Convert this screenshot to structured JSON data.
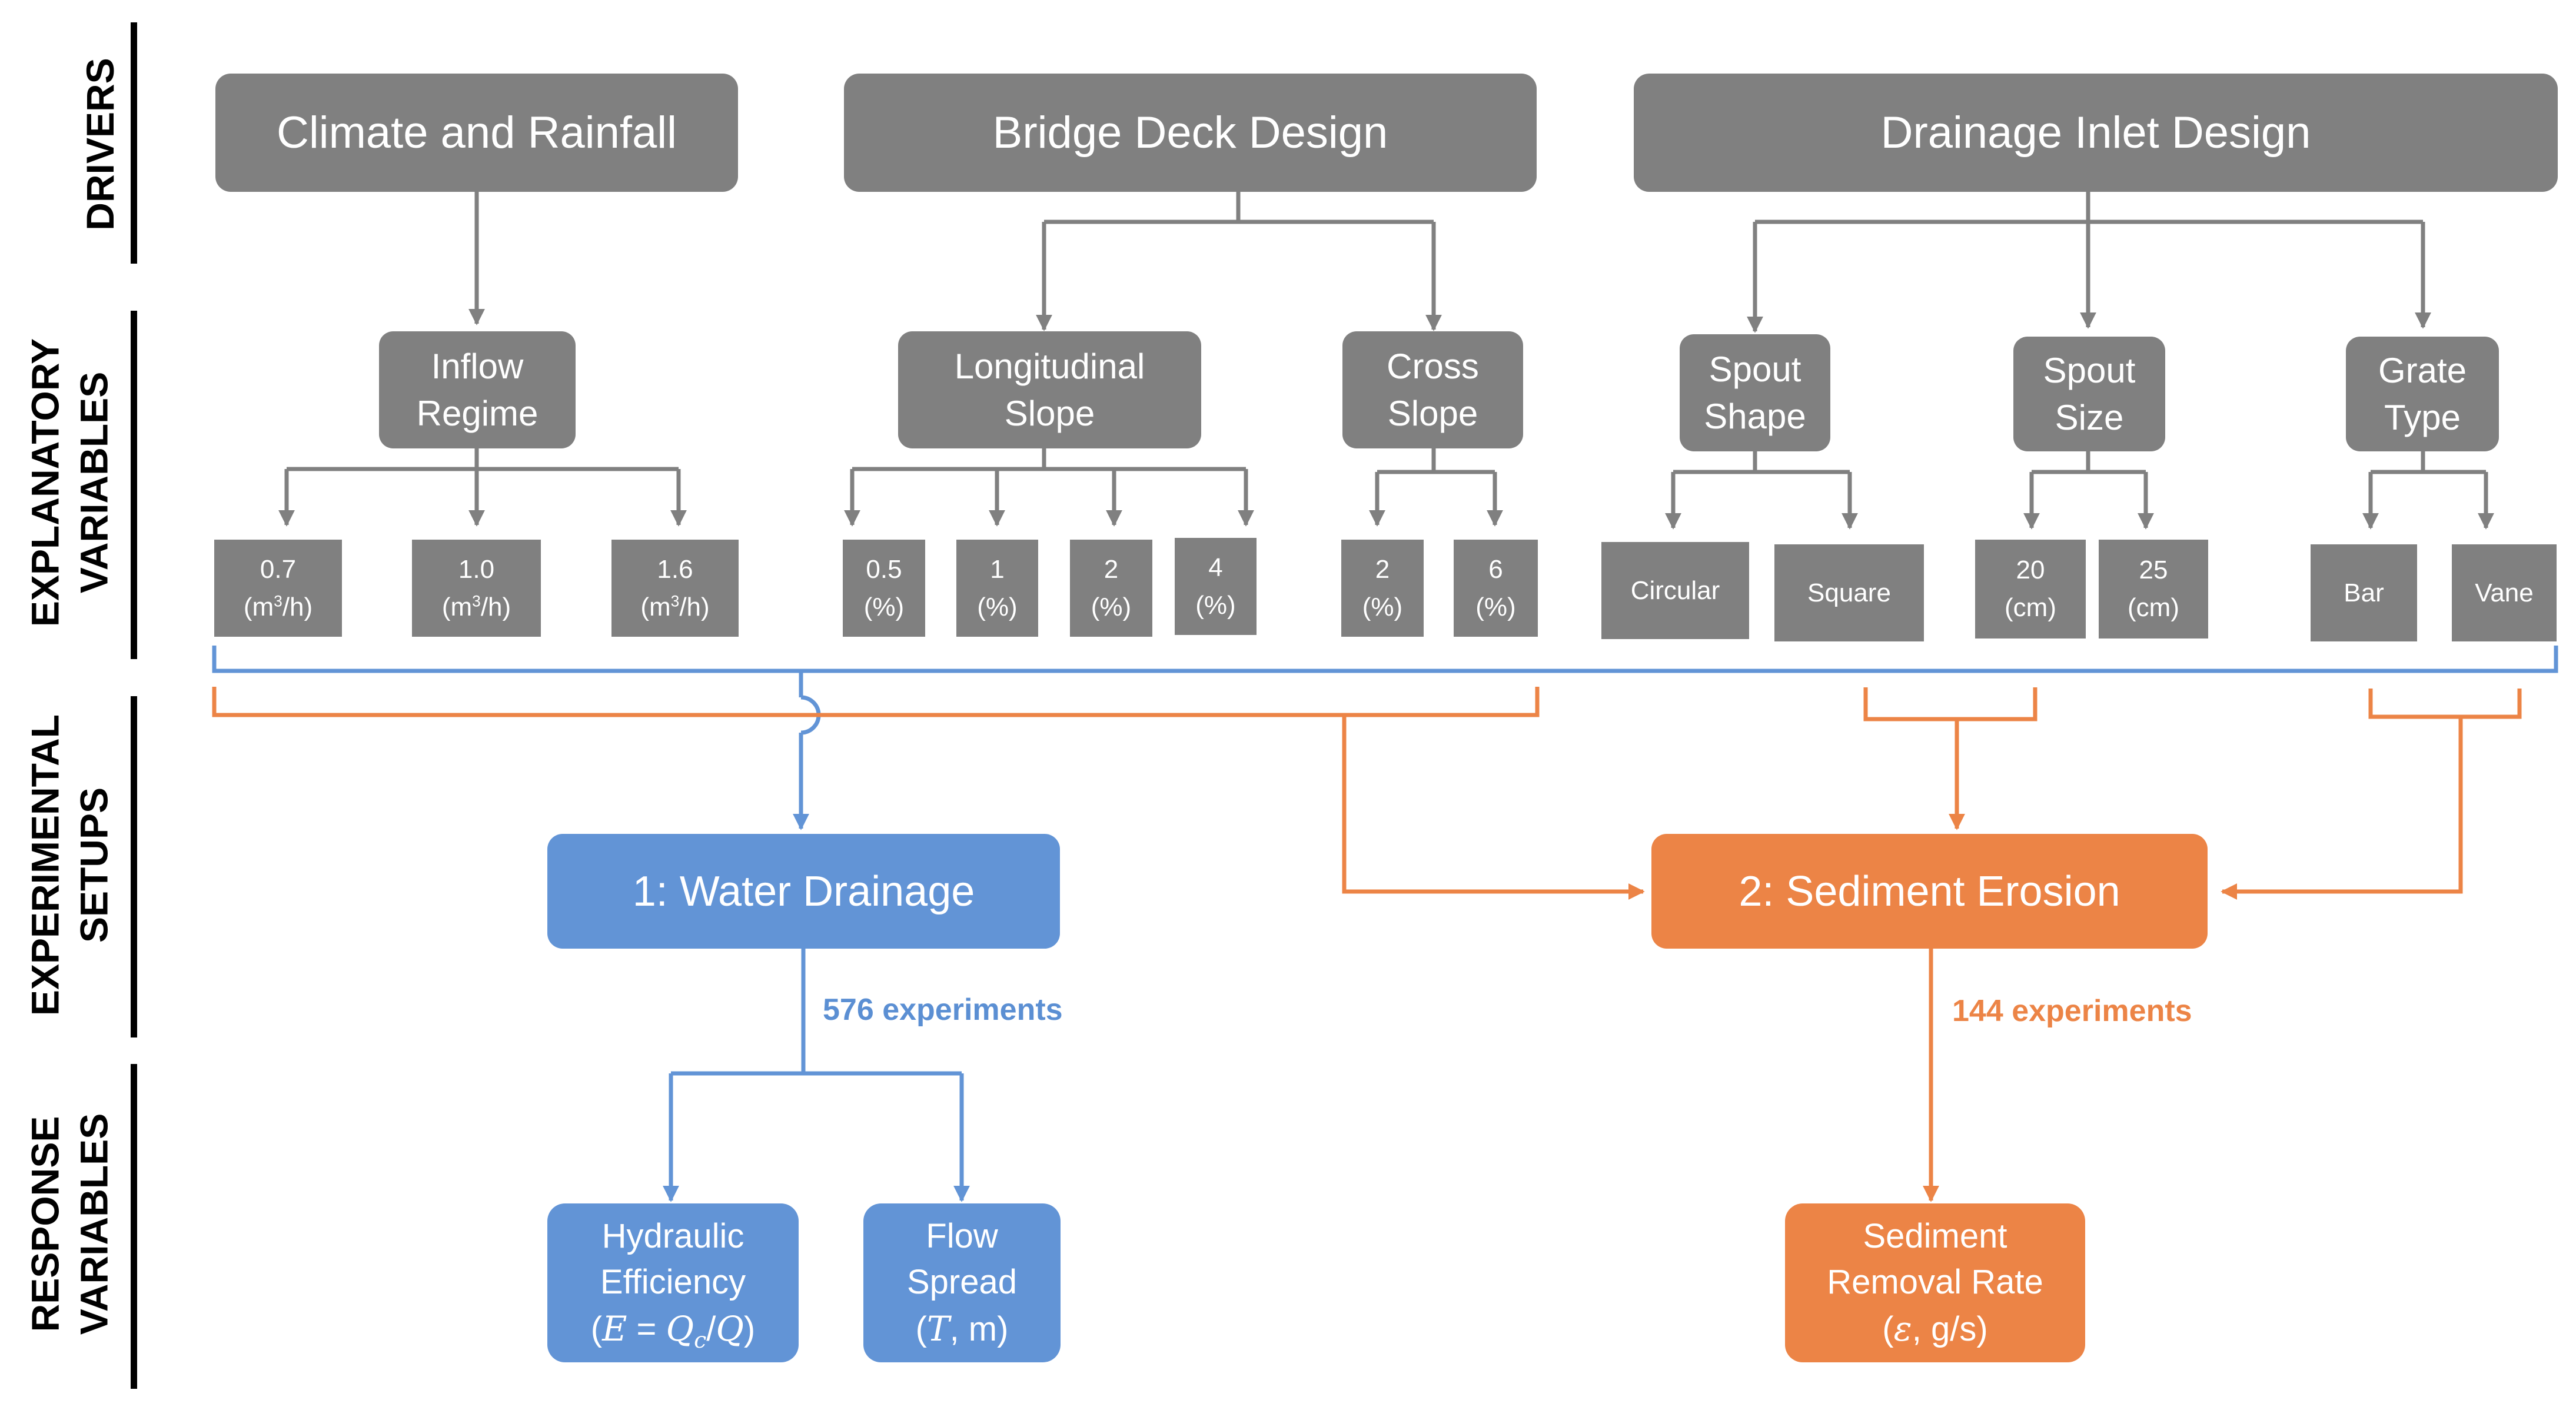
{
  "rows": {
    "drivers": "DRIVERS",
    "explanatory": [
      "EXPLANATORY",
      "VARIABLES"
    ],
    "setups": [
      "EXPERIMENTAL",
      "SETUPS"
    ],
    "response": [
      "RESPONSE",
      "VARIABLES"
    ]
  },
  "drivers": {
    "climate": "Climate and Rainfall",
    "bridge": "Bridge Deck Design",
    "drainage": "Drainage Inlet Design"
  },
  "variables": {
    "inflow": [
      "Inflow",
      "Regime"
    ],
    "longitudinal": [
      "Longitudinal",
      "Slope"
    ],
    "cross": [
      "Cross",
      "Slope"
    ],
    "spout_shape": [
      "Spout",
      "Shape"
    ],
    "spout_size": [
      "Spout",
      "Size"
    ],
    "grate": [
      "Grate",
      "Type"
    ]
  },
  "levels": {
    "inflow": [
      {
        "value": "0.7",
        "unit_pre": "(m",
        "unit_sup": "3",
        "unit_post": "/h)"
      },
      {
        "value": "1.0",
        "unit_pre": "(m",
        "unit_sup": "3",
        "unit_post": "/h)"
      },
      {
        "value": "1.6",
        "unit_pre": "(m",
        "unit_sup": "3",
        "unit_post": "/h)"
      }
    ],
    "longitudinal": [
      {
        "value": "0.5",
        "unit": "(%)"
      },
      {
        "value": "1",
        "unit": "(%)"
      },
      {
        "value": "2",
        "unit": "(%)"
      },
      {
        "value": "4",
        "unit": "(%)"
      }
    ],
    "cross": [
      {
        "value": "2",
        "unit": "(%)"
      },
      {
        "value": "6",
        "unit": "(%)"
      }
    ],
    "spout_shape": [
      "Circular",
      "Square"
    ],
    "spout_size": [
      {
        "value": "20",
        "unit": "(cm)"
      },
      {
        "value": "25",
        "unit": "(cm)"
      }
    ],
    "grate": [
      "Bar",
      "Vane"
    ]
  },
  "setups": {
    "water": "1: Water Drainage",
    "sediment": "2: Sediment Erosion",
    "water_count": "576 experiments",
    "sediment_count": "144 experiments"
  },
  "responses": {
    "hydraulic": {
      "line1": "Hydraulic",
      "line2": "Efficiency",
      "formula": "(E = Q_c/Q)"
    },
    "flow": {
      "line1": "Flow",
      "line2": "Spread",
      "formula": "(T, m)"
    },
    "sediment": {
      "line1": "Sediment",
      "line2": "Removal Rate",
      "formula": "(ε, g/s)"
    }
  },
  "colors": {
    "gray": "#808080",
    "blue": "#6294d6",
    "orange": "#ec8446",
    "blue_text": "#5b8fd3",
    "orange_text": "#ec8446"
  }
}
